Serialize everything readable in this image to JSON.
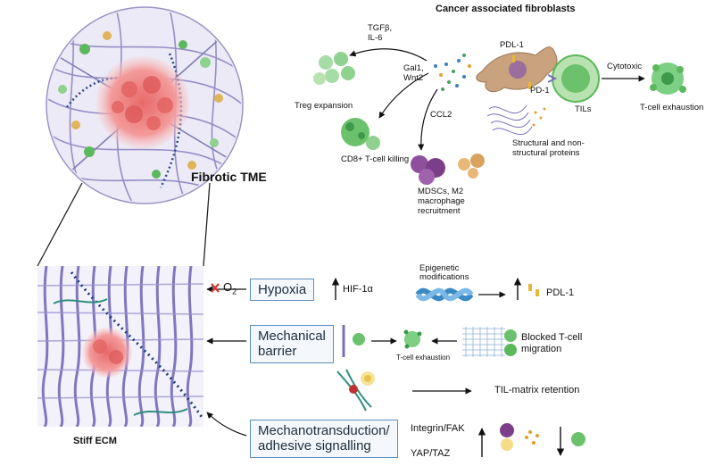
{
  "title": "Cancer associated fibroblasts",
  "fibrotic_label": "Fibrotic TME",
  "stiff_label": "Stiff ECM",
  "caf": {
    "tgfb": "TGFβ,",
    "il6": "IL-6",
    "gal1": "Gal1,",
    "wnt2": "Wnt2",
    "ccl2": "CCL2",
    "pdl1": "PDL-1",
    "pd1": "PD-1",
    "tils": "TILs",
    "cytotoxic": "Cytotoxic",
    "t_exhaustion": "T-cell exhaustion",
    "treg": "Treg expansion",
    "cd8": "CD8+ T-cell killing",
    "mdsc_1": "MDSCs, M2",
    "mdsc_2": "macrophage",
    "mdsc_3": "recruitment",
    "struct_1": "Structural and non-",
    "struct_2": "structural proteins"
  },
  "mechanisms": {
    "o2_symbol": "O",
    "o2_sub": "2",
    "hypoxia": "Hypoxia",
    "hif": "HIF-1α",
    "epi_1": "Epigenetic",
    "epi_2": "modifications",
    "pdl1": "PDL-1",
    "mech_1": "Mechanical",
    "mech_2": "barrier",
    "t_exh_small": "T-cell exhaustion",
    "blocked_1": "Blocked T-cell",
    "blocked_2": "migration",
    "til_matrix": "TIL-matrix retention",
    "mt_1": "Mechanotransduction/",
    "mt_2": "adhesive signalling",
    "integrin": "Integrin/FAK",
    "yap": "YAP/TAZ"
  },
  "colors": {
    "box_border": "#5b8fb9",
    "fiber": "#7a6fb5",
    "tumor": "#f08a8a",
    "tcell": "#5cb85c",
    "caf": "#c9a27e",
    "arrow": "#111111"
  }
}
